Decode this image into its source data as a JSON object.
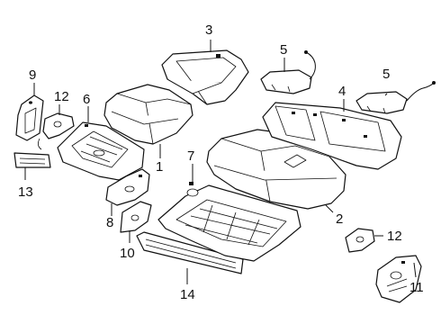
{
  "diagram": {
    "callouts": [
      {
        "id": "c1",
        "label": "1"
      },
      {
        "id": "c2",
        "label": "2"
      },
      {
        "id": "c3",
        "label": "3"
      },
      {
        "id": "c4",
        "label": "4"
      },
      {
        "id": "c5a",
        "label": "5"
      },
      {
        "id": "c5b",
        "label": "5"
      },
      {
        "id": "c6",
        "label": "6"
      },
      {
        "id": "c7",
        "label": "7"
      },
      {
        "id": "c8",
        "label": "8"
      },
      {
        "id": "c9",
        "label": "9"
      },
      {
        "id": "c10",
        "label": "10"
      },
      {
        "id": "c11",
        "label": "11"
      },
      {
        "id": "c12a",
        "label": "12"
      },
      {
        "id": "c12b",
        "label": "12"
      },
      {
        "id": "c13",
        "label": "13"
      },
      {
        "id": "c14",
        "label": "14"
      }
    ]
  }
}
